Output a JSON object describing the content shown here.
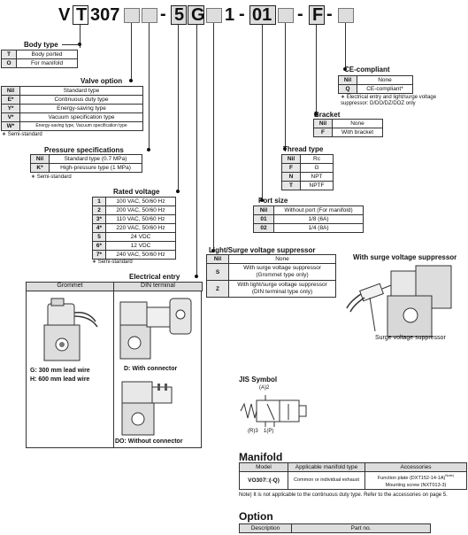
{
  "part_code": {
    "prefix": "V",
    "series_letter": "T",
    "series_number": "307",
    "sep1": "-",
    "voltage_digit": "5",
    "entry_letter": "G",
    "port_digit": "1",
    "sep2": "-",
    "port_size": "01",
    "sep3": "-",
    "thread": "F",
    "sep4": "-"
  },
  "body_type": {
    "title": "Body type",
    "rows": [
      {
        "key": "T",
        "value": "Body ported"
      },
      {
        "key": "O",
        "value": "For manifold"
      }
    ]
  },
  "valve_option": {
    "title": "Valve option",
    "rows": [
      {
        "key": "Nil",
        "value": "Standard type"
      },
      {
        "key": "E*",
        "value": "Continuous duty type"
      },
      {
        "key": "Y*",
        "value": "Energy-saving type"
      },
      {
        "key": "V*",
        "value": "Vacuum specification type"
      },
      {
        "key": "W*",
        "value": "Energy-saving type, Vacuum specification type"
      }
    ],
    "note": "∗ Semi-standard"
  },
  "pressure": {
    "title": "Pressure specifications",
    "rows": [
      {
        "key": "Nil",
        "value": "Standard type (0.7 MPa)"
      },
      {
        "key": "K*",
        "value": "High-pressure type (1 MPa)"
      }
    ],
    "note": "∗ Semi-standard"
  },
  "rated_voltage": {
    "title": "Rated voltage",
    "rows": [
      {
        "key": "1",
        "value": "100 VAC, 50/60 Hz"
      },
      {
        "key": "2",
        "value": "200 VAC, 50/60 Hz"
      },
      {
        "key": "3*",
        "value": "110 VAC, 50/60 Hz"
      },
      {
        "key": "4*",
        "value": "220 VAC, 50/60 Hz"
      },
      {
        "key": "5",
        "value": "24 VDC"
      },
      {
        "key": "6*",
        "value": "12 VDC"
      },
      {
        "key": "7*",
        "value": "240 VAC, 50/60 Hz"
      }
    ],
    "note": "∗ Semi-standard"
  },
  "electrical_entry": {
    "title": "Electrical entry",
    "col1": "Grommet",
    "col2": "DIN terminal",
    "grommet_g": "G: 300 mm lead wire",
    "grommet_h": "H: 600 mm lead wire",
    "din_d": "D: With connector",
    "din_do": "DO: Without connector"
  },
  "light_surge": {
    "title": "Light/Surge voltage suppressor",
    "rows": [
      {
        "key": "Nil",
        "value": "None"
      },
      {
        "key": "S",
        "value": "With surge voltage suppressor (Grommet type only)"
      },
      {
        "key": "Z",
        "value": "With light/surge voltage suppressor (DIN terminal type only)"
      }
    ]
  },
  "port_size": {
    "title": "Port size",
    "rows": [
      {
        "key": "Nil",
        "value": "Without port (For manifold)"
      },
      {
        "key": "01",
        "value": "1/8 (6A)"
      },
      {
        "key": "02",
        "value": "1/4 (8A)"
      }
    ]
  },
  "thread_type": {
    "title": "Thread type",
    "rows": [
      {
        "key": "Nil",
        "value": "Rc"
      },
      {
        "key": "F",
        "value": "G"
      },
      {
        "key": "N",
        "value": "NPT"
      },
      {
        "key": "T",
        "value": "NPTF"
      }
    ]
  },
  "bracket": {
    "title": "Bracket",
    "rows": [
      {
        "key": "Nil",
        "value": "None"
      },
      {
        "key": "F",
        "value": "With bracket"
      }
    ]
  },
  "ce": {
    "title": "CE-compliant",
    "rows": [
      {
        "key": "Nil",
        "value": "None"
      },
      {
        "key": "Q",
        "value": "CE-compliant*"
      }
    ],
    "note": "∗ Electrical entry and light/surge voltage suppressor: D/DO/DZ/DOZ only"
  },
  "surge_fig": {
    "title": "With surge voltage suppressor",
    "label": "Surge voltage suppressor"
  },
  "jis": {
    "title": "JIS Symbol",
    "a": "(A)2",
    "r": "(R)3",
    "p": "1(P)"
  },
  "manifold": {
    "title": "Manifold",
    "headers": [
      "Model",
      "Applicable manifold type",
      "Accessories"
    ],
    "model": "VO307□(-Q)",
    "type": "Common or individual exhaust",
    "acc1": "Function plate (DXT152-14-1A)",
    "acc1_sup": "Note)",
    "acc2": "Mounting screw (NXT013-3)",
    "note": "Note) It is not applicable to the continuous duty type. Refer to the accessories on page 5."
  },
  "option": {
    "title": "Option",
    "headers": [
      "Description",
      "Part no."
    ]
  }
}
